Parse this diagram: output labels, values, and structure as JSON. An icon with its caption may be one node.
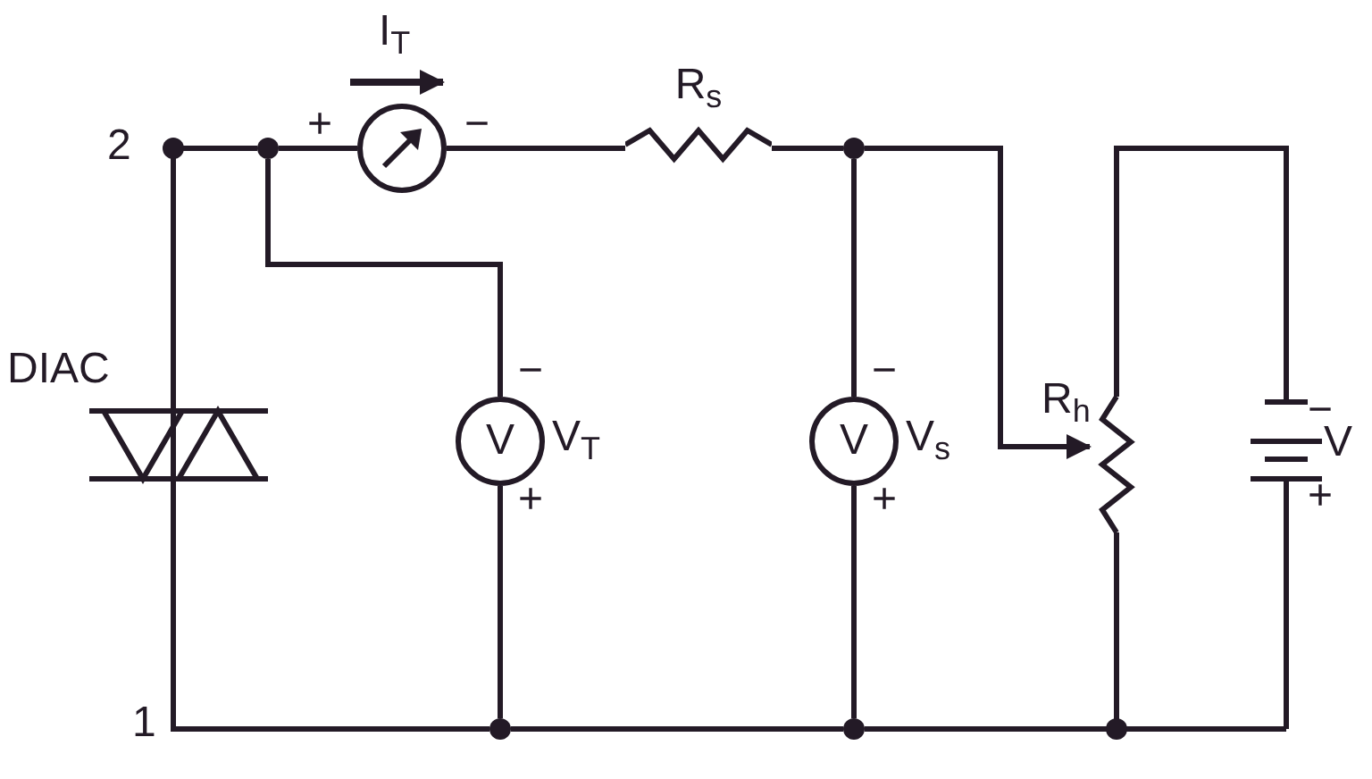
{
  "diagram": {
    "nodes": [
      {
        "text": [],
        "shape": "circle",
        "beside": [
          "+",
          "−"
        ]
      },
      {
        "text": [
          "V"
        ],
        "beside": [
          "V$_{T}$",
          "−",
          "+"
        ]
      },
      {
        "text": [
          "V"
        ],
        "beside": [
          "V$_{s}$",
          "−",
          "+"
        ]
      },
      {
        "text": [
          "R$_{s}$"
        ]
      },
      {
        "text": [],
        "shape": "circle"
      },
      {
        "text": [],
        "shape": "circle"
      },
      {
        "text": [],
        "shape": "circle"
      },
      {
        "text": [],
        "shape": "circle"
      }
    ],
    "edges": [
      {
        "from": 4,
        "to": 0,
        "arrow": "none"
      },
      {
        "from": 0,
        "to": 3,
        "arrow": "none"
      },
      {
        "from": 3,
        "to": 5,
        "arrow": "none"
      },
      {
        "from": 5,
        "to": 2,
        "arrow": "none"
      },
      {
        "from": 4,
        "to": 1,
        "arrow": "none"
      },
      {
        "from": 1,
        "to": 6,
        "arrow": "none"
      },
      {
        "from": 6,
        "to": 7,
        "arrow": "none"
      },
      {
        "from": 2,
        "to": 7,
        "arrow": "none"
      }
    ],
    "labels": [
      "I$_{T}$",
      "2",
      "DIAC",
      "R$_{h}$",
      "−",
      "V",
      "+",
      "1"
    ]
  }
}
